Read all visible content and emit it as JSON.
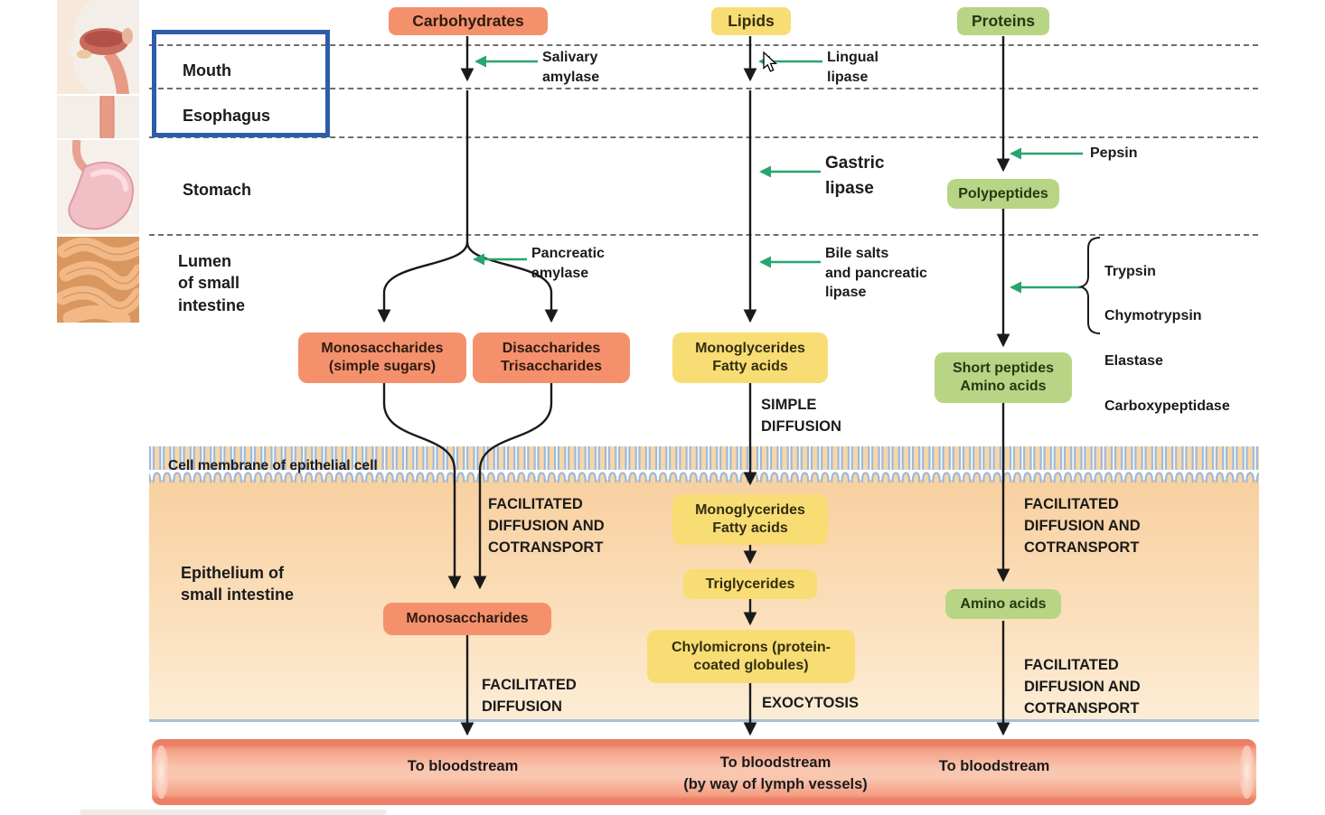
{
  "appearance": {
    "orange_box": "#f4916c",
    "yellow_box": "#f8dd74",
    "green_box": "#b7d584",
    "green_arrow": "#27a56d",
    "black_arrow": "#1a1a1a",
    "blue_frame": "#2d5da8",
    "membrane_blue": "#9db9d8",
    "epithelium_fill": "#f8d0a0",
    "vessel_border": "#ec8066",
    "vessel_fill": "#f9c6b0",
    "basement_line": "#a9bfd6"
  },
  "headers": {
    "carbohydrates": "Carbohydrates",
    "lipids": "Lipids",
    "proteins": "Proteins"
  },
  "regions": {
    "mouth": "Mouth",
    "esophagus": "Esophagus",
    "stomach": "Stomach",
    "lumen": "Lumen\nof small\nintestine",
    "cell_membrane": "Cell membrane of epithelial cell",
    "epithelium": "Epithelium of\nsmall intestine"
  },
  "enzymes": {
    "salivary_amylase": "Salivary\namylase",
    "lingual_lipase": "Lingual\nlipase",
    "gastric_lipase": "Gastric\nlipase",
    "pepsin": "Pepsin",
    "pancreatic_amylase": "Pancreatic\namylase",
    "bile_salts": "Bile salts\nand pancreatic\nlipase",
    "pancreatic_proteases": [
      "Trypsin",
      "Chymotrypsin",
      "Elastase",
      "Carboxypeptidase"
    ]
  },
  "products": {
    "monosaccharides_lumen": "Monosaccharides\n(simple sugars)",
    "disaccharides": "Disaccharides\nTrisaccharides",
    "monoglycerides_lumen": "Monoglycerides\nFatty acids",
    "polypeptides": "Polypeptides",
    "short_peptides": "Short peptides\nAmino acids",
    "monoglycerides_cell": "Monoglycerides\nFatty acids",
    "triglycerides": "Triglycerides",
    "chylomicrons": "Chylomicrons (protein-\ncoated globules)",
    "monosaccharides_cell": "Monosaccharides",
    "amino_acids_cell": "Amino acids"
  },
  "transport": {
    "simple_diffusion": "SIMPLE\nDIFFUSION",
    "facilitated_cotransport_carb": "FACILITATED\nDIFFUSION AND\nCOTRANSPORT",
    "facilitated_cotransport_protein_upper": "FACILITATED\nDIFFUSION AND\nCOTRANSPORT",
    "facilitated_cotransport_protein_lower": "FACILITATED\nDIFFUSION AND\nCOTRANSPORT",
    "facilitated_diffusion": "FACILITATED\nDIFFUSION",
    "exocytosis": "EXOCYTOSIS"
  },
  "destinations": {
    "carbohydrate": "To bloodstream",
    "lipid": "To bloodstream\n(by way of lymph vessels)",
    "protein": "To bloodstream"
  }
}
